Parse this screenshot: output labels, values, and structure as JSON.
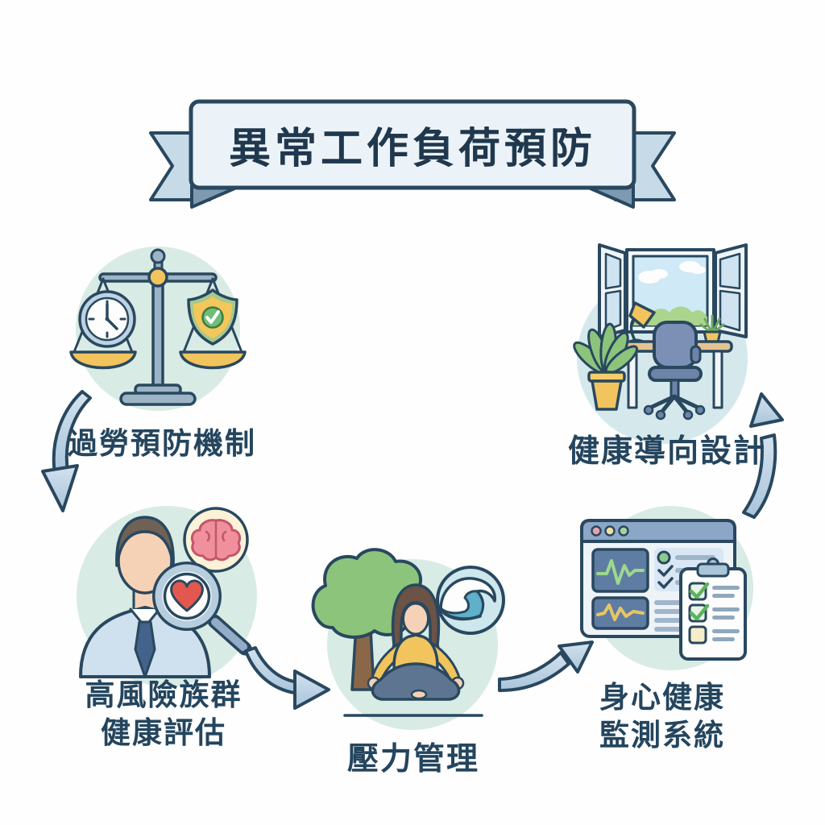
{
  "banner": {
    "title": "異常工作負荷預防"
  },
  "nodes": {
    "overwork_prevention": {
      "label": "過勞預防機制",
      "icon": "balance-scale-clock-shield-icon"
    },
    "high_risk_assessment": {
      "lines": [
        "高風險族群",
        "健康評估"
      ],
      "icon": "person-health-screening-icon"
    },
    "stress_management": {
      "label": "壓力管理",
      "icon": "meditation-nature-icon"
    },
    "health_monitoring": {
      "lines": [
        "身心健康",
        "監測系統"
      ],
      "icon": "vitals-dashboard-checklist-icon"
    },
    "health_oriented_design": {
      "label": "健康導向設計",
      "icon": "ergonomic-workspace-icon"
    }
  },
  "connections": [
    {
      "from": "overwork_prevention",
      "to": "high_risk_assessment"
    },
    {
      "from": "high_risk_assessment",
      "to": "stress_management"
    },
    {
      "from": "stress_management",
      "to": "health_monitoring"
    },
    {
      "from": "health_monitoring",
      "to": "health_oriented_design"
    }
  ],
  "colors": {
    "outline_navy": "#29485f",
    "text_navy": "#24455e",
    "node_circle_teal": "#d8ebe4",
    "arrow_blue": "#bdd3e5",
    "banner_fill": "#ecf3f8",
    "ribbon_tail": "#c6dae8",
    "ribbon_fold": "#7e9ab0",
    "accent_yellow": "#f2c45e",
    "accent_green": "#8cc47c",
    "accent_red": "#e2574e",
    "accent_teal": "#5fb0c8"
  }
}
